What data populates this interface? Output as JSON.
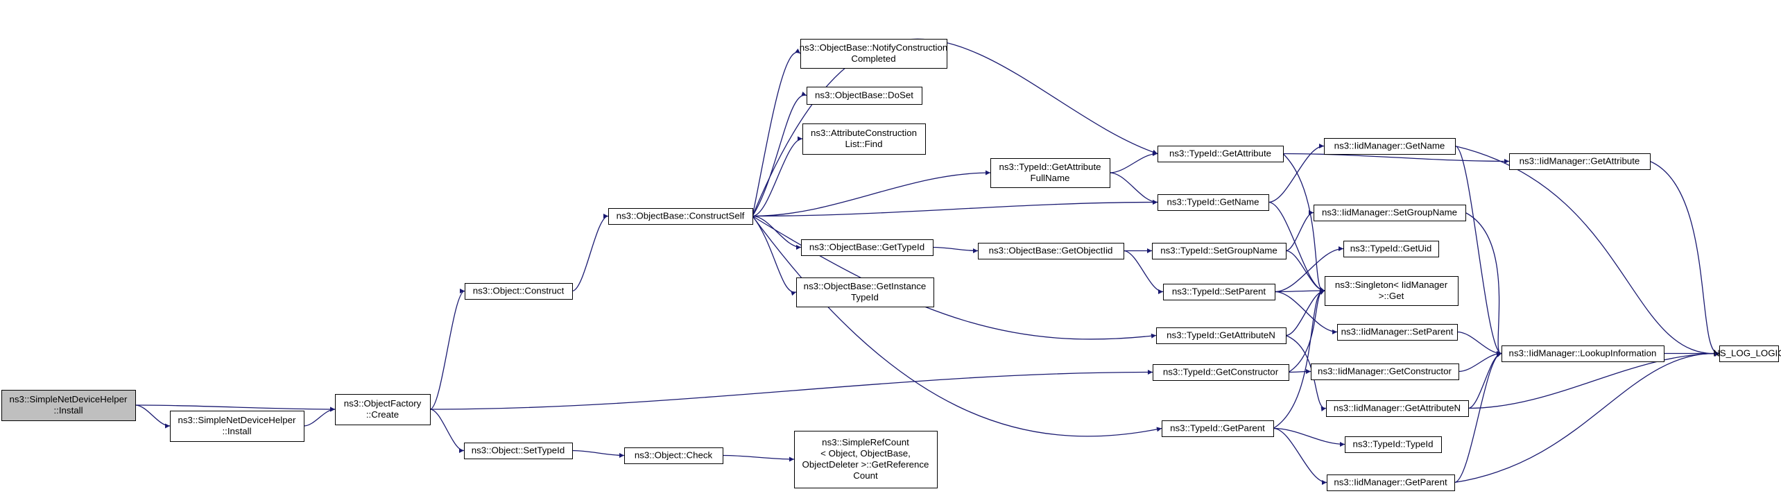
{
  "diagram": {
    "colors": {
      "edge": "#191970",
      "node_border": "#000000",
      "node_fill": "#ffffff",
      "root_fill": "#bfbfbf",
      "text": "#000000"
    },
    "nodes": [
      {
        "id": "root",
        "lines": [
          "ns3::SimpleNetDeviceHelper",
          "::Install"
        ],
        "root": true
      },
      {
        "id": "sndh_install2",
        "lines": [
          "ns3::SimpleNetDeviceHelper",
          "::Install"
        ]
      },
      {
        "id": "of_create",
        "lines": [
          "ns3::ObjectFactory",
          "::Create"
        ]
      },
      {
        "id": "obj_construct",
        "lines": [
          "ns3::Object::Construct"
        ]
      },
      {
        "id": "obj_settypeid",
        "lines": [
          "ns3::Object::SetTypeId"
        ]
      },
      {
        "id": "obj_check",
        "lines": [
          "ns3::Object::Check"
        ]
      },
      {
        "id": "src_getrefcount",
        "lines": [
          "ns3::SimpleRefCount",
          "< Object, ObjectBase,",
          " ObjectDeleter >::GetReference",
          "Count"
        ]
      },
      {
        "id": "ob_constructself",
        "lines": [
          "ns3::ObjectBase::ConstructSelf"
        ]
      },
      {
        "id": "ob_notify",
        "lines": [
          "ns3::ObjectBase::NotifyConstruction",
          "Completed"
        ]
      },
      {
        "id": "ob_doset",
        "lines": [
          "ns3::ObjectBase::DoSet"
        ]
      },
      {
        "id": "acl_find",
        "lines": [
          "ns3::AttributeConstruction",
          "List::Find"
        ]
      },
      {
        "id": "ob_gettypeid",
        "lines": [
          "ns3::ObjectBase::GetTypeId"
        ]
      },
      {
        "id": "ob_getinstancetypeid",
        "lines": [
          "ns3::ObjectBase::GetInstance",
          "TypeId"
        ]
      },
      {
        "id": "tid_getattrfullname",
        "lines": [
          "ns3::TypeId::GetAttribute",
          "FullName"
        ]
      },
      {
        "id": "ob_getobjectiid",
        "lines": [
          "ns3::ObjectBase::GetObjectIid"
        ]
      },
      {
        "id": "tid_getattribute",
        "lines": [
          "ns3::TypeId::GetAttribute"
        ]
      },
      {
        "id": "tid_getname",
        "lines": [
          "ns3::TypeId::GetName"
        ]
      },
      {
        "id": "tid_setgroupname",
        "lines": [
          "ns3::TypeId::SetGroupName"
        ]
      },
      {
        "id": "tid_setparent",
        "lines": [
          "ns3::TypeId::SetParent"
        ]
      },
      {
        "id": "tid_getattributen",
        "lines": [
          "ns3::TypeId::GetAttributeN"
        ]
      },
      {
        "id": "tid_getconstructor",
        "lines": [
          "ns3::TypeId::GetConstructor"
        ]
      },
      {
        "id": "tid_getparent",
        "lines": [
          "ns3::TypeId::GetParent"
        ]
      },
      {
        "id": "iid_getattribute",
        "lines": [
          "ns3::IidManager::GetAttribute"
        ]
      },
      {
        "id": "iid_getname",
        "lines": [
          "ns3::IidManager::GetName"
        ]
      },
      {
        "id": "iid_setgroupname",
        "lines": [
          "ns3::IidManager::SetGroupName"
        ]
      },
      {
        "id": "tid_getuid",
        "lines": [
          "ns3::TypeId::GetUid"
        ]
      },
      {
        "id": "singleton_get",
        "lines": [
          "ns3::Singleton< IidManager",
          " >::Get"
        ]
      },
      {
        "id": "iid_setparent",
        "lines": [
          "ns3::IidManager::SetParent"
        ]
      },
      {
        "id": "iid_getconstructor",
        "lines": [
          "ns3::IidManager::GetConstructor"
        ]
      },
      {
        "id": "iid_getattributen",
        "lines": [
          "ns3::IidManager::GetAttributeN"
        ]
      },
      {
        "id": "tid_typeid",
        "lines": [
          "ns3::TypeId::TypeId"
        ]
      },
      {
        "id": "iid_getparent",
        "lines": [
          "ns3::IidManager::GetParent"
        ]
      },
      {
        "id": "iid_lookupinfo",
        "lines": [
          "ns3::IidManager::LookupInformation"
        ]
      },
      {
        "id": "ns_log_logic",
        "lines": [
          "NS_LOG_LOGIC"
        ]
      }
    ],
    "edges": [
      [
        "root",
        "of_create"
      ],
      [
        "root",
        "sndh_install2"
      ],
      [
        "sndh_install2",
        "of_create"
      ],
      [
        "of_create",
        "obj_construct"
      ],
      [
        "of_create",
        "tid_getconstructor"
      ],
      [
        "of_create",
        "obj_settypeid"
      ],
      [
        "obj_settypeid",
        "obj_check"
      ],
      [
        "obj_check",
        "src_getrefcount"
      ],
      [
        "obj_construct",
        "ob_constructself"
      ],
      [
        "ob_constructself",
        "ob_notify"
      ],
      [
        "ob_constructself",
        "ob_doset"
      ],
      [
        "ob_constructself",
        "acl_find"
      ],
      [
        "ob_constructself",
        "tid_getattribute"
      ],
      [
        "ob_constructself",
        "tid_getattrfullname"
      ],
      [
        "ob_constructself",
        "tid_getname"
      ],
      [
        "ob_constructself",
        "ob_gettypeid"
      ],
      [
        "ob_constructself",
        "ob_getinstancetypeid"
      ],
      [
        "ob_constructself",
        "tid_getattributen"
      ],
      [
        "ob_constructself",
        "tid_getparent"
      ],
      [
        "ob_gettypeid",
        "ob_getobjectiid"
      ],
      [
        "ob_getobjectiid",
        "tid_setgroupname"
      ],
      [
        "ob_getobjectiid",
        "tid_setparent"
      ],
      [
        "tid_getattrfullname",
        "tid_getattribute"
      ],
      [
        "tid_getattrfullname",
        "tid_getname"
      ],
      [
        "tid_getattribute",
        "iid_getattribute"
      ],
      [
        "tid_getattribute",
        "singleton_get"
      ],
      [
        "tid_getname",
        "iid_getname"
      ],
      [
        "tid_getname",
        "singleton_get"
      ],
      [
        "tid_setgroupname",
        "iid_setgroupname"
      ],
      [
        "tid_setgroupname",
        "singleton_get"
      ],
      [
        "tid_setparent",
        "tid_getuid"
      ],
      [
        "tid_setparent",
        "singleton_get"
      ],
      [
        "tid_setparent",
        "iid_setparent"
      ],
      [
        "tid_getattributen",
        "singleton_get"
      ],
      [
        "tid_getattributen",
        "iid_getattributen"
      ],
      [
        "tid_getconstructor",
        "singleton_get"
      ],
      [
        "tid_getconstructor",
        "iid_getconstructor"
      ],
      [
        "tid_getparent",
        "singleton_get"
      ],
      [
        "tid_getparent",
        "tid_typeid"
      ],
      [
        "tid_getparent",
        "iid_getparent"
      ],
      [
        "iid_getattribute",
        "ns_log_logic"
      ],
      [
        "iid_getname",
        "iid_lookupinfo"
      ],
      [
        "iid_getname",
        "ns_log_logic"
      ],
      [
        "iid_setgroupname",
        "iid_lookupinfo"
      ],
      [
        "iid_setparent",
        "iid_lookupinfo"
      ],
      [
        "iid_getconstructor",
        "iid_lookupinfo"
      ],
      [
        "iid_getattributen",
        "iid_lookupinfo"
      ],
      [
        "iid_getattributen",
        "ns_log_logic"
      ],
      [
        "iid_getparent",
        "iid_lookupinfo"
      ],
      [
        "iid_getparent",
        "ns_log_logic"
      ],
      [
        "iid_lookupinfo",
        "ns_log_logic"
      ]
    ]
  }
}
